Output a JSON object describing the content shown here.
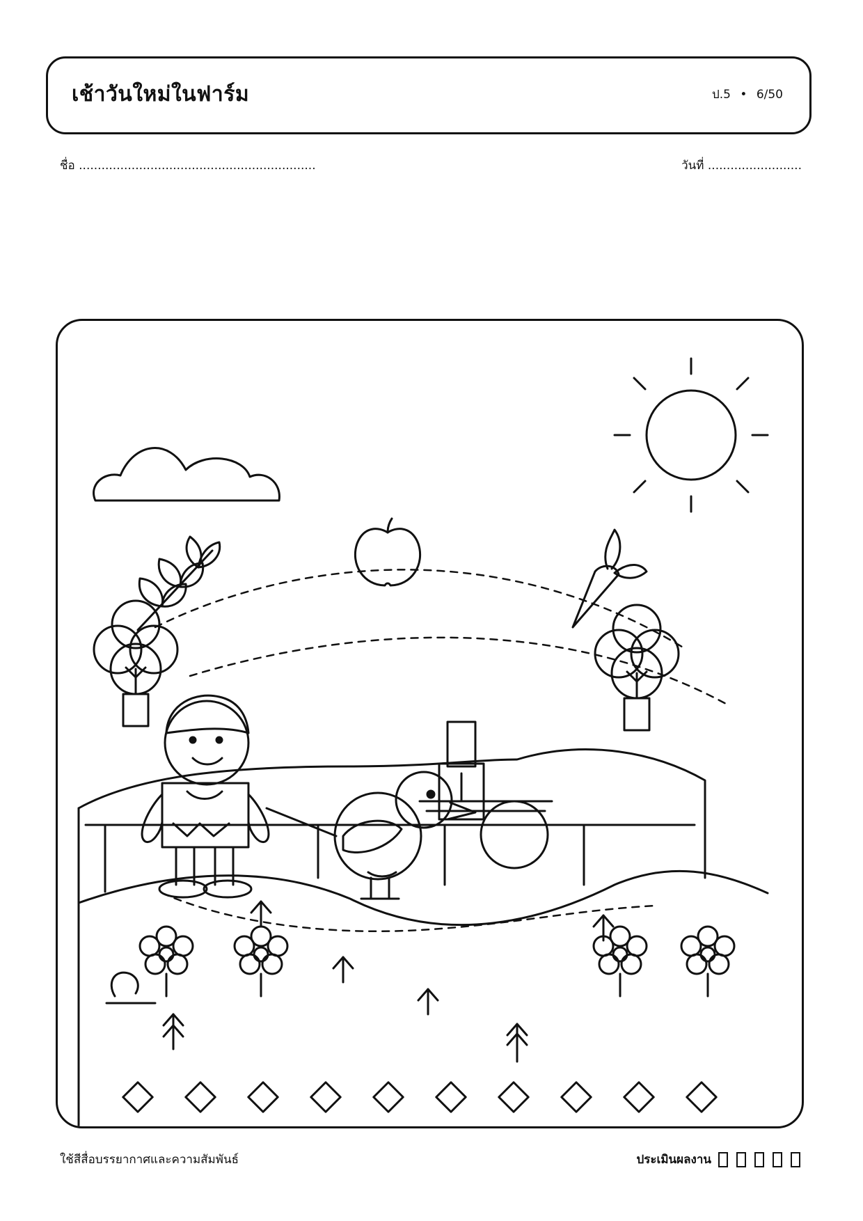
{
  "header": {
    "title": "เช้าวันใหม่ในฟาร์ม",
    "grade": "ป.5",
    "separator": "•",
    "page_number": "6/50"
  },
  "fields": {
    "name_label": "ชื่อ",
    "name_dots": "...............................................................",
    "date_label": "วันที่",
    "date_dots": "........................."
  },
  "footer": {
    "instruction": "ใช้สีสื่อบรรยากาศและความสัมพันธ์",
    "evaluation_label": "ประเมินผลงาน",
    "rating_box_count": 5
  }
}
